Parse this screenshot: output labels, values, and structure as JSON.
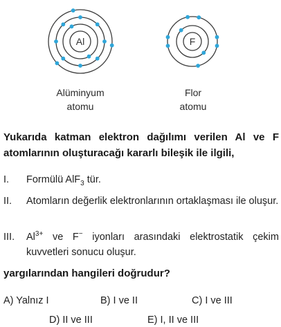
{
  "atoms": {
    "aluminium": {
      "symbol": "Al",
      "caption_line1": "Alüminyum",
      "caption_line2": "atomu"
    },
    "fluorine": {
      "symbol": "F",
      "caption_line1": "Flor",
      "caption_line2": "atomu"
    },
    "electron_color": "#2fa6d9",
    "shell_color": "#3a3a3a"
  },
  "question": {
    "stem": "Yukarıda katman elektron dağılımı verilen Al ve F atomlarının oluşturacağı kararlı bileşik ile ilgili,",
    "statements": [
      {
        "num": "I.",
        "pre": "Formülü AlF",
        "sub": "3",
        "post": " tür."
      },
      {
        "num": "II.",
        "text": "Atomların değerlik elektronlarının ortaklaşması ile oluşur."
      },
      {
        "num": "III.",
        "al": "Al",
        "al_sup": "3+",
        "mid": " ve F",
        "f_sup": "−",
        "post": " iyonları arasındaki elektrostatik çekim kuvvetleri sonucu oluşur."
      }
    ],
    "prompt": "yargılarından hangileri doğrudur?",
    "choices": [
      "A) Yalnız I",
      "B) I ve II",
      "C) I ve III",
      "D) II ve III",
      "E) I, II ve III"
    ]
  }
}
